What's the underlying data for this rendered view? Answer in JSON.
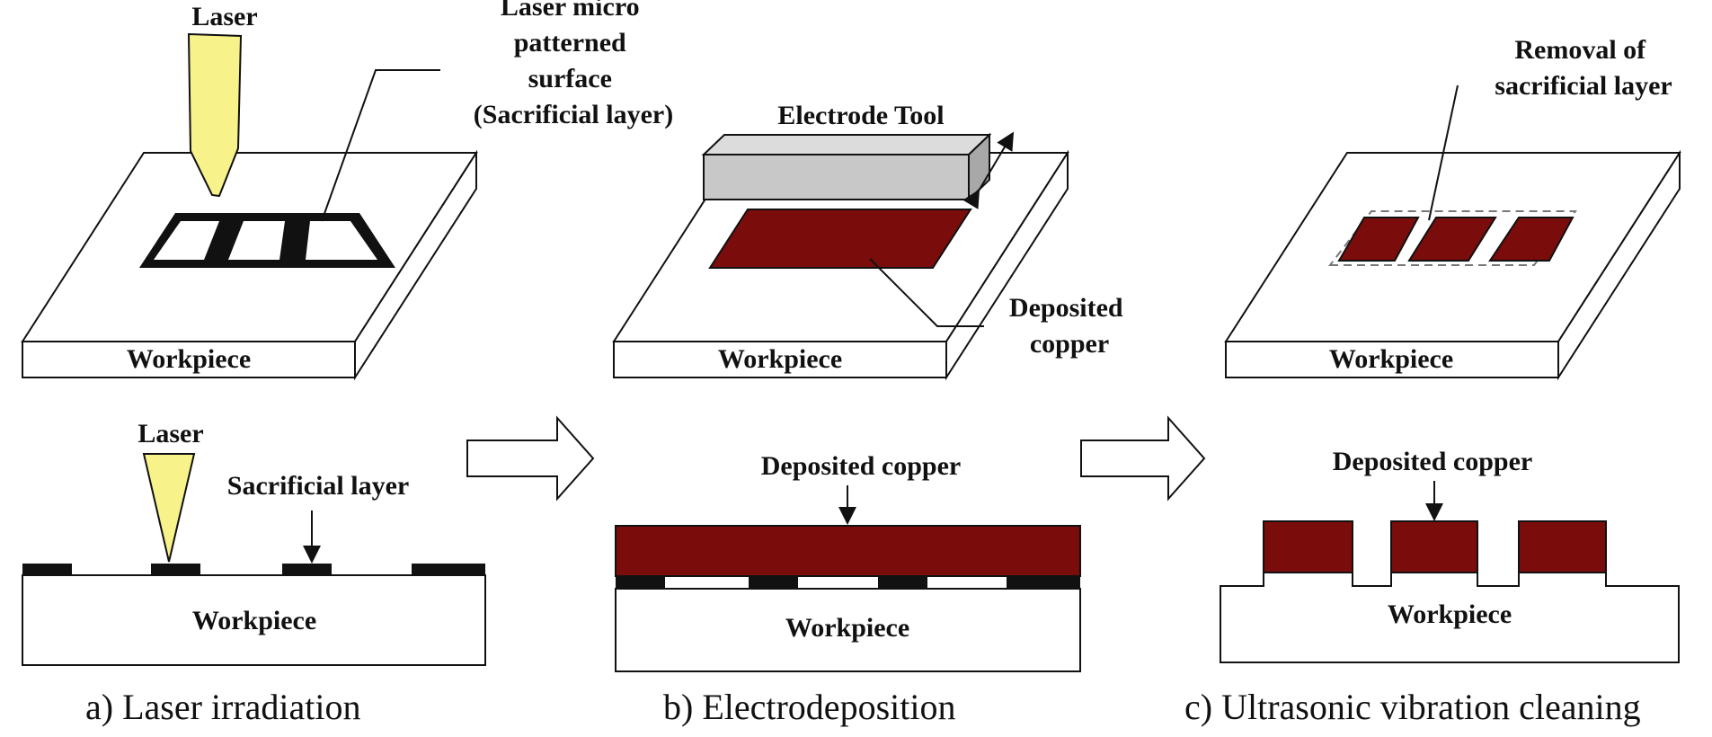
{
  "panel_a": {
    "top_laser": "Laser",
    "pattern_label": [
      "Laser micro",
      "patterned",
      "surface",
      "(Sacrificial layer)"
    ],
    "top_workpiece": "Workpiece",
    "side_laser": "Laser",
    "sacrificial_label": "Sacrificial layer",
    "side_workpiece": "Workpiece",
    "caption": "a) Laser irradiation"
  },
  "panel_b": {
    "tool_label": "Electrode Tool",
    "deposit_label": [
      "Deposited",
      "copper"
    ],
    "top_workpiece": "Workpiece",
    "side_deposit_label": "Deposited copper",
    "side_workpiece": "Workpiece",
    "caption": "b) Electrodeposition"
  },
  "panel_c": {
    "removal_label": [
      "Removal of",
      "sacrificial layer"
    ],
    "top_workpiece": "Workpiece",
    "side_deposit_label": "Deposited copper",
    "side_workpiece": "Workpiece",
    "caption": "c) Ultrasonic vibration cleaning"
  },
  "colors": {
    "copper": "#7a0c0c",
    "laser": "#f7f38a",
    "tool": "#c8c8c8",
    "sacrificial": "#111111"
  }
}
